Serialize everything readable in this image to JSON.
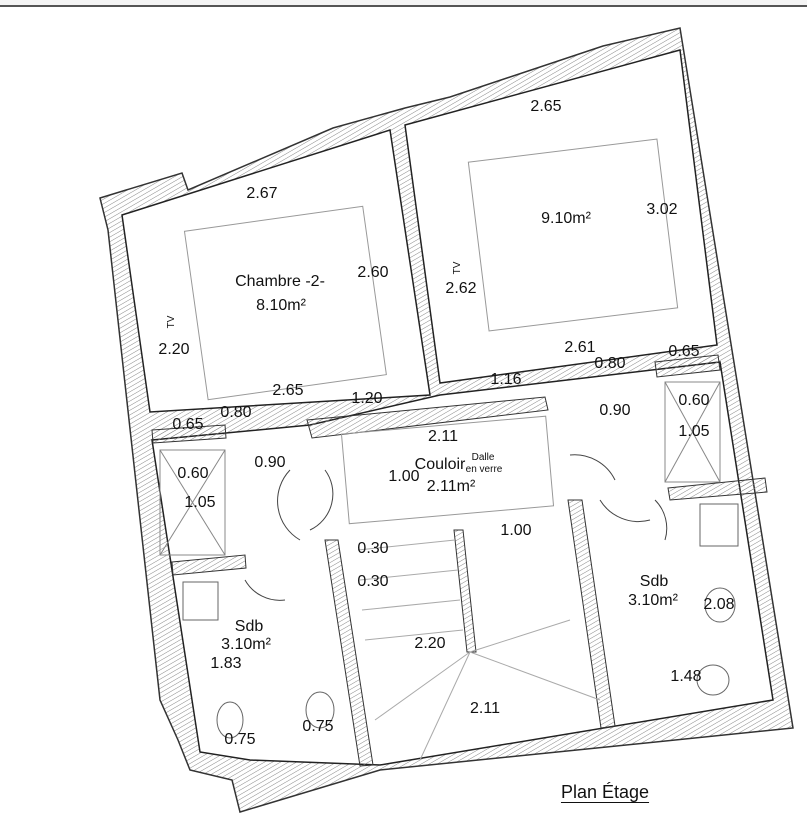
{
  "plan": {
    "title": "Plan Étage",
    "rooms": [
      {
        "name": "Chambre -2-",
        "area": "8.10m²"
      },
      {
        "name": "",
        "area": "9.10m²"
      },
      {
        "name": "Couloir",
        "area": "2.11m²"
      },
      {
        "name": "Sdb",
        "area": "3.10m²"
      },
      {
        "name": "Sdb",
        "area": "3.10m²"
      }
    ],
    "glass_slab": [
      "Dalle",
      "en verre"
    ],
    "tv_label": "TV",
    "dimensions": [
      "2.67",
      "2.65",
      "3.02",
      "2.60",
      "2.62",
      "2.20",
      "2.61",
      "0.80",
      "0.65",
      "1.16",
      "2.65",
      "1.20",
      "0.80",
      "0.65",
      "0.90",
      "0.60",
      "1.05",
      "2.11",
      "0.90",
      "0.60",
      "1.05",
      "1.00",
      "1.00",
      "0.30",
      "0.30",
      "2.08",
      "2.20",
      "1.83",
      "1.48",
      "2.11",
      "0.75",
      "0.75"
    ]
  },
  "colors": {
    "wall": "#333333",
    "hatch": "#888888",
    "thin_line": "#aaaaaa"
  }
}
